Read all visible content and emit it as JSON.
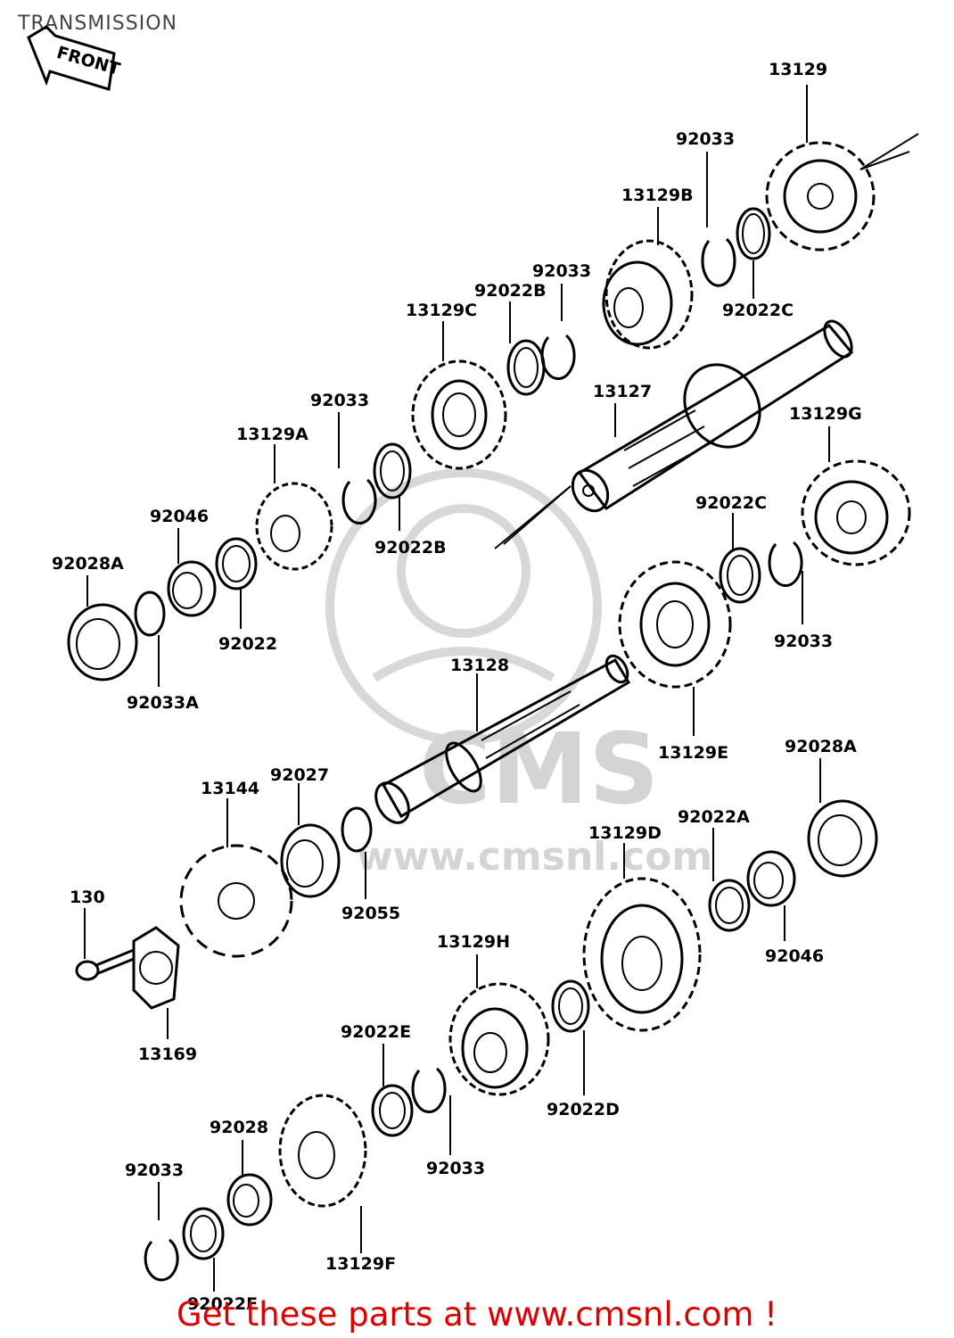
{
  "title": "TRANSMISSION",
  "front_label": "FRONT",
  "watermark": {
    "logo_text": "CMS",
    "url_text": "www.cmsnl.com"
  },
  "cta": "Get these parts at www.cmsnl.com !",
  "parts": [
    {
      "id": "13129-top",
      "label": "13129",
      "kind": "gear"
    },
    {
      "id": "92033-1",
      "label": "92033",
      "kind": "circlip"
    },
    {
      "id": "13129B",
      "label": "13129B",
      "kind": "gear"
    },
    {
      "id": "92022C-1",
      "label": "92022C",
      "kind": "washer"
    },
    {
      "id": "92033-2",
      "label": "92033",
      "kind": "circlip"
    },
    {
      "id": "92022B-1",
      "label": "92022B",
      "kind": "washer"
    },
    {
      "id": "13129C",
      "label": "13129C",
      "kind": "gear"
    },
    {
      "id": "13127",
      "label": "13127",
      "kind": "shaft"
    },
    {
      "id": "92033-3",
      "label": "92033",
      "kind": "circlip"
    },
    {
      "id": "13129A",
      "label": "13129A",
      "kind": "gear"
    },
    {
      "id": "13129G",
      "label": "13129G",
      "kind": "gear"
    },
    {
      "id": "92046-1",
      "label": "92046",
      "kind": "bearing"
    },
    {
      "id": "92022C-2",
      "label": "92022C",
      "kind": "washer"
    },
    {
      "id": "92028A-1",
      "label": "92028A",
      "kind": "bearing"
    },
    {
      "id": "92022B-2",
      "label": "92022B",
      "kind": "washer"
    },
    {
      "id": "92022",
      "label": "92022",
      "kind": "washer"
    },
    {
      "id": "92033-4",
      "label": "92033",
      "kind": "circlip"
    },
    {
      "id": "92033A",
      "label": "92033A",
      "kind": "circlip"
    },
    {
      "id": "13128",
      "label": "13128",
      "kind": "shaft"
    },
    {
      "id": "13129E",
      "label": "13129E",
      "kind": "gear"
    },
    {
      "id": "92028A-2",
      "label": "92028A",
      "kind": "bearing"
    },
    {
      "id": "13144",
      "label": "13144",
      "kind": "sprocket"
    },
    {
      "id": "92027",
      "label": "92027",
      "kind": "collar"
    },
    {
      "id": "13129D",
      "label": "13129D",
      "kind": "gear"
    },
    {
      "id": "92022A",
      "label": "92022A",
      "kind": "washer"
    },
    {
      "id": "130",
      "label": "130",
      "kind": "bolt"
    },
    {
      "id": "92055",
      "label": "92055",
      "kind": "oring"
    },
    {
      "id": "13129H",
      "label": "13129H",
      "kind": "gear"
    },
    {
      "id": "92046-2",
      "label": "92046",
      "kind": "bearing"
    },
    {
      "id": "13169",
      "label": "13169",
      "kind": "plate"
    },
    {
      "id": "92022E-1",
      "label": "92022E",
      "kind": "washer"
    },
    {
      "id": "92022D",
      "label": "92022D",
      "kind": "washer"
    },
    {
      "id": "92028",
      "label": "92028",
      "kind": "bushing"
    },
    {
      "id": "92033-5",
      "label": "92033",
      "kind": "circlip"
    },
    {
      "id": "92033-6",
      "label": "92033",
      "kind": "circlip"
    },
    {
      "id": "13129F",
      "label": "13129F",
      "kind": "gear"
    },
    {
      "id": "92022E-2",
      "label": "92022E",
      "kind": "washer"
    }
  ]
}
